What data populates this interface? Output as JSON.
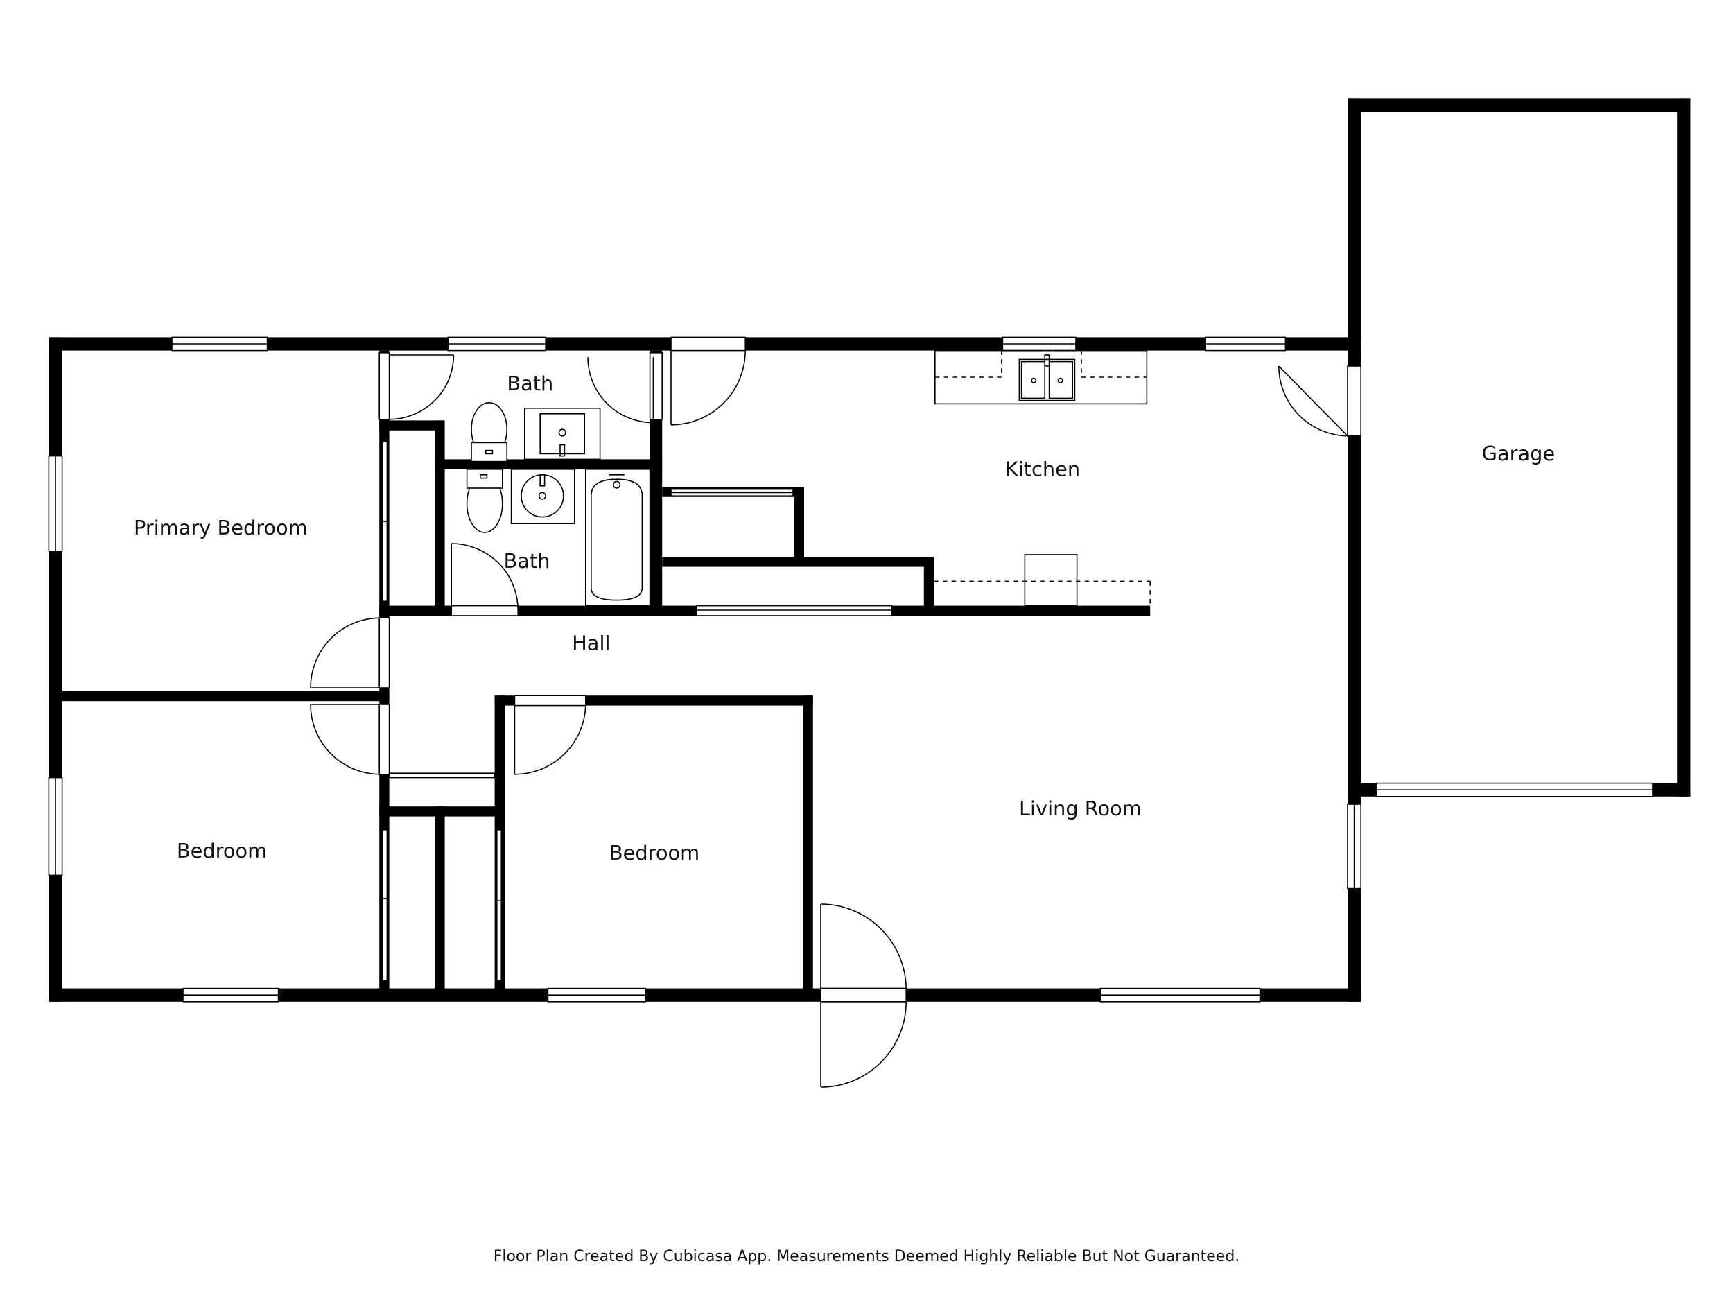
{
  "rooms": {
    "bath_top": "Bath",
    "bath_bottom": "Bath",
    "primary_bedroom": "Primary Bedroom",
    "kitchen": "Kitchen",
    "garage": "Garage",
    "hall": "Hall",
    "living_room": "Living Room",
    "bedroom_left": "Bedroom",
    "bedroom_middle": "Bedroom"
  },
  "footer": "Floor Plan Created By Cubicasa App. Measurements Deemed Highly Reliable But Not Guaranteed."
}
